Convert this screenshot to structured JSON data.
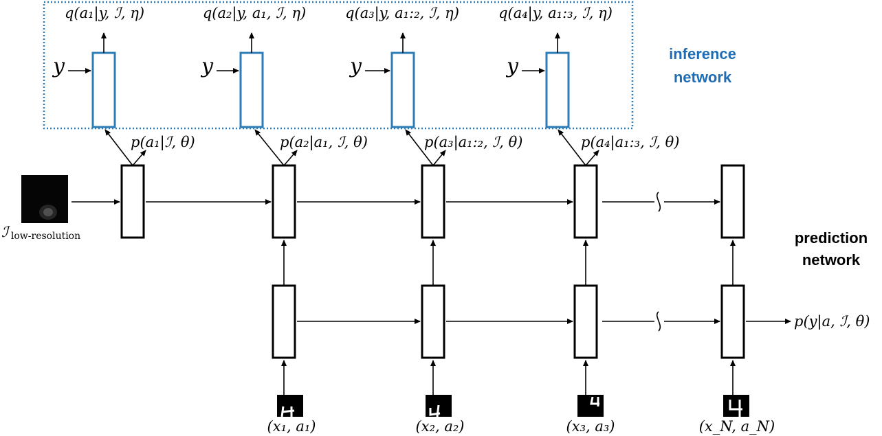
{
  "inference_group": {
    "label_line1": "inference",
    "label_line2": "network",
    "label_color": "#1f6db5",
    "border_color": "#2c7cb8"
  },
  "prediction_group": {
    "label_line1": "prediction",
    "label_line2": "network"
  },
  "inference_inputs": [
    "y",
    "y",
    "y",
    "y"
  ],
  "q_labels": [
    "q(a₁|y, ℐ, η)",
    "q(a₂|y, a₁, ℐ, η)",
    "q(a₃|y, a₁:₂, ℐ, η)",
    "q(a₄|y, a₁:₃, ℐ, η)"
  ],
  "p_labels": [
    "p(a₁|ℐ, θ)",
    "p(a₂|a₁, ℐ, θ)",
    "p(a₃|a₁:₂, ℐ, θ)",
    "p(a₄|a₁:₃, ℐ, θ)"
  ],
  "low_res_input": {
    "symbol": "ℐ",
    "subscript": "low-resolution"
  },
  "glimpse_inputs": [
    "(x₁, a₁)",
    "(x₂, a₂)",
    "(x₃, a₃)",
    "(x_N, a_N)"
  ],
  "output_label": "p(y|a, ℐ, θ)",
  "colors": {
    "black": "#000000",
    "blue": "#2c7cb8"
  }
}
